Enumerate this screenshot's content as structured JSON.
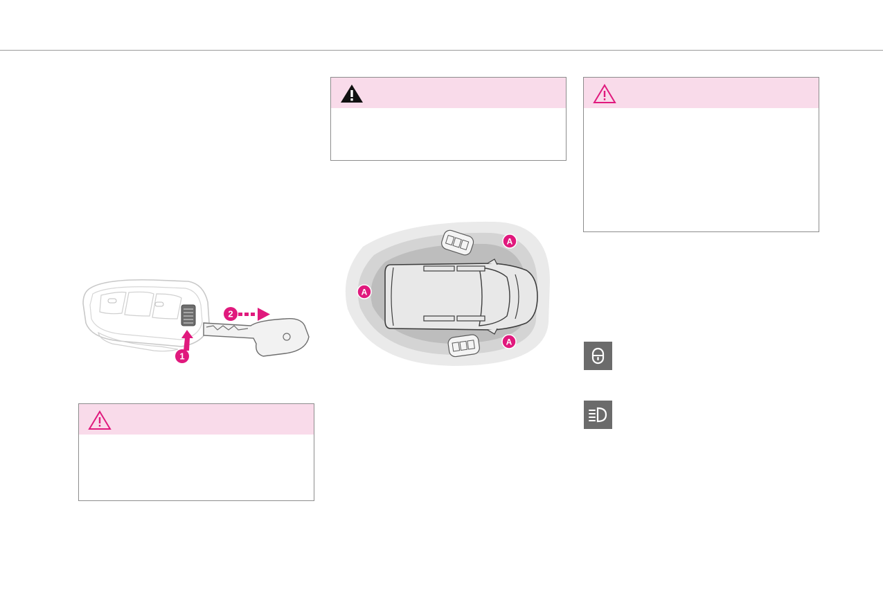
{
  "page": {
    "background": "#ffffff",
    "rule_color": "#9a9a9a"
  },
  "colors": {
    "accent": "#e0197d",
    "warning_header": "#f9dbea",
    "box_border": "#8c8c8c",
    "indicator_bg": "#6b6b6b"
  },
  "warning_boxes": [
    {
      "icon": "warning-triangle-solid-icon"
    },
    {
      "icon": "warning-triangle-outline-icon"
    },
    {
      "icon": "warning-triangle-outline-icon"
    }
  ],
  "key_figure": {
    "step_1": "1",
    "step_2": "2"
  },
  "zone_figure": {
    "zone_label": "A"
  },
  "indicators": [
    {
      "icon": "door-lock-indicator-icon"
    },
    {
      "icon": "main-beam-headlamp-indicator-icon"
    }
  ]
}
